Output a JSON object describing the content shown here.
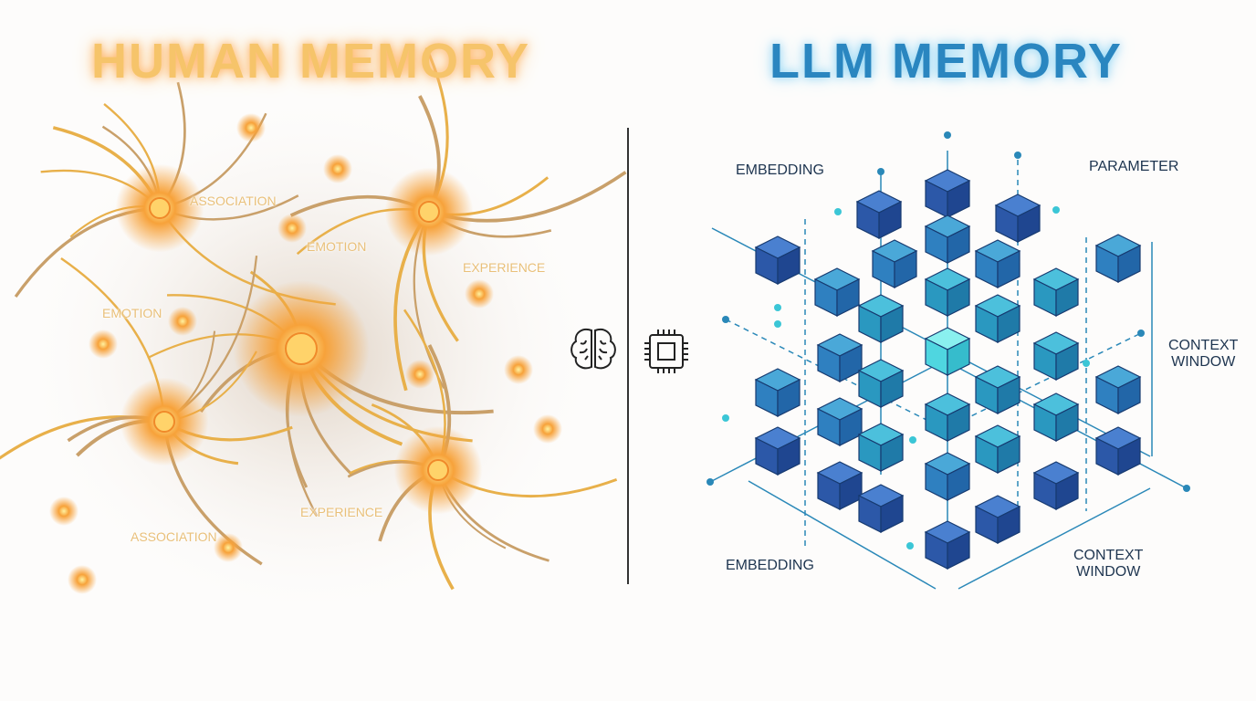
{
  "titles": {
    "human": "HUMAN MEMORY",
    "llm": "LLM MEMORY"
  },
  "human_labels": [
    "ASSOCIATION",
    "EMOTION",
    "EXPERIENCE",
    "EMOTION",
    "EXPERIENCE",
    "ASSOCIATION"
  ],
  "llm_labels": {
    "embedding_top": "EMBEDDING",
    "parameter": "PARAMETER",
    "context_window_right": "CONTEXT\nWINDOW",
    "embedding_bottom": "EMBEDDING",
    "context_window_bottom": "CONTEXT\nWINDOW"
  },
  "icons": {
    "left": "brain-icon",
    "right": "chip-icon"
  },
  "colors": {
    "human_accent": "#f39a3a",
    "llm_dark": "#2f5db0",
    "llm_teal": "#2bb0c8",
    "llm_light": "#52e0e4"
  }
}
